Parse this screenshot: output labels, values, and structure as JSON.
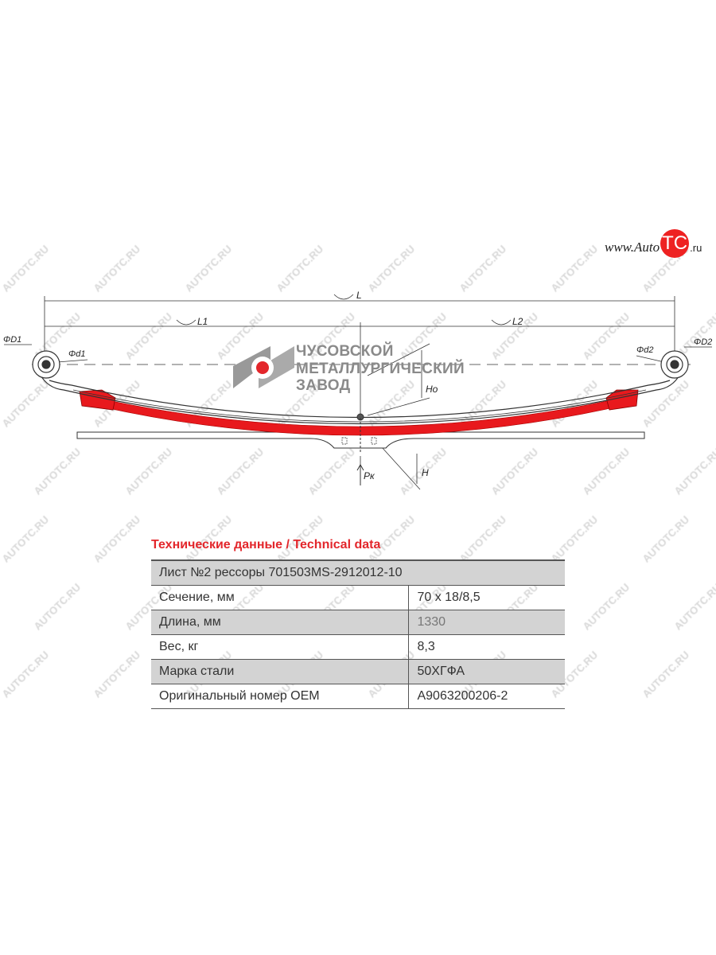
{
  "watermark": "AUTOTC.RU",
  "site_logo": {
    "prefix": "www.Auto",
    "badge": "TC",
    "suffix": ".ru"
  },
  "manufacturer_logo": {
    "lines": [
      "ЧУСОВСКОЙ",
      "МЕТАЛЛУРГИЧЕСКИЙ",
      "ЗАВОД"
    ]
  },
  "drawing_labels": {
    "L": "L",
    "L1": "L1",
    "L2": "L2",
    "D1": "ΦD1",
    "d1": "Φd1",
    "d2": "Φd2",
    "D2": "ΦD2",
    "Ho": "Ho",
    "H": "H",
    "Pk": "Pк"
  },
  "colors": {
    "accent": "#e3262b",
    "row_gray": "#d3d3d3"
  },
  "table": {
    "title": "Технические данные / Technical data",
    "header": "Лист №2 рессоры 701503MS-2912012-10",
    "rows": [
      {
        "label": "Сечение, мм",
        "value": "70 x 18/8,5"
      },
      {
        "label": "Длина, мм",
        "value": "1330"
      },
      {
        "label": "Вес, кг",
        "value": "8,3"
      },
      {
        "label": "Марка стали",
        "value": "50ХГФА"
      },
      {
        "label": "Оригинальный номер OEM",
        "value": "A9063200206-2"
      }
    ]
  }
}
